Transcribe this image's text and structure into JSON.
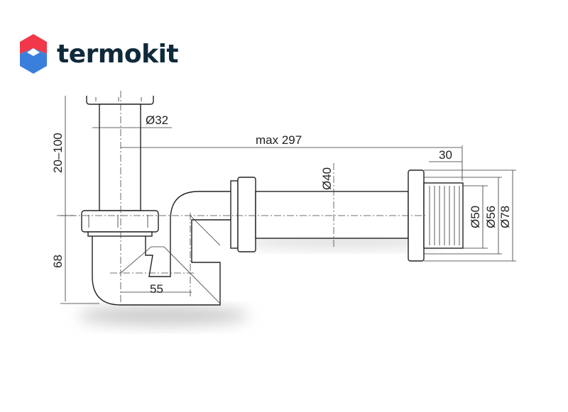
{
  "brand": {
    "name": "termokit",
    "colors": {
      "top": "#f0384a",
      "bottom": "#3b7fdc",
      "text": "#0f2a3a"
    }
  },
  "dimensions": {
    "inlet_diameter": "Ø32",
    "max_length": "max 297",
    "flange_depth": "30",
    "pipe_diameter": "Ø40",
    "outlet_d1": "Ø50",
    "outlet_d2": "Ø56",
    "outlet_d3": "Ø78",
    "height_adjust": "20–100",
    "trap_height": "68",
    "offset": "55"
  }
}
